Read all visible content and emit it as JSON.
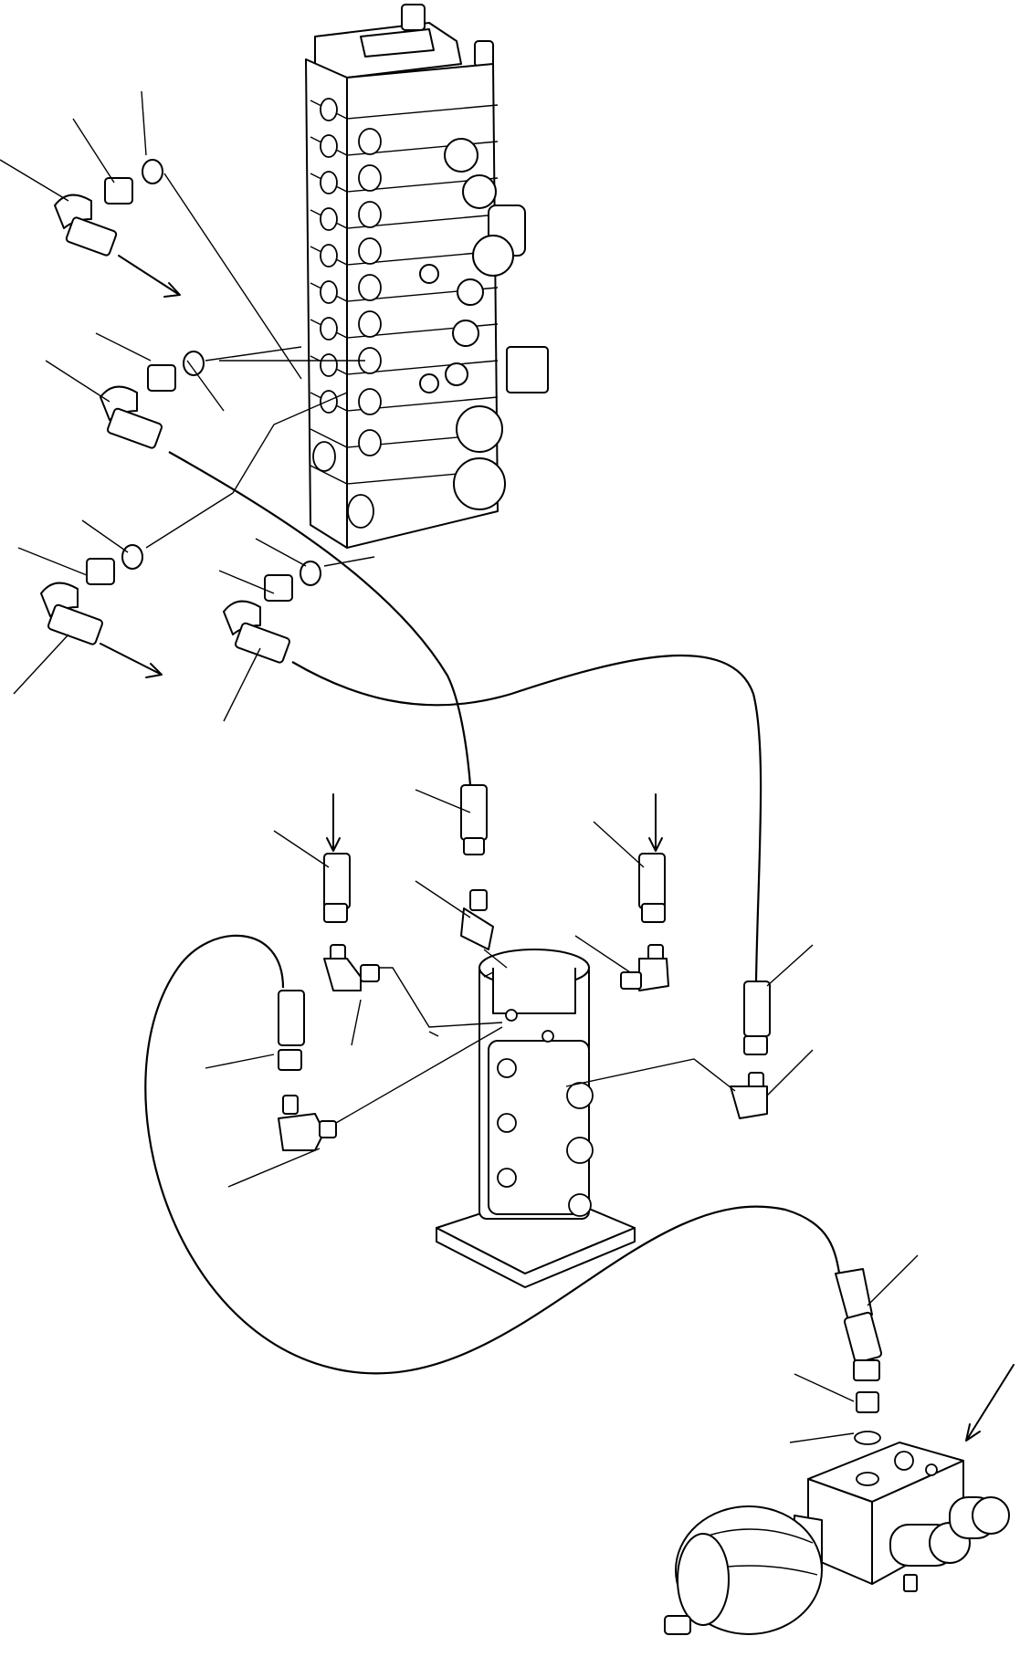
{
  "diagram": {
    "components": [
      {
        "name": "control-valve",
        "icon": "control-valve-icon"
      },
      {
        "name": "swivel-joint",
        "icon": "swivel-joint-icon"
      },
      {
        "name": "accumulator-block",
        "icon": "accumulator-icon"
      }
    ],
    "fittings": [
      "elbow-fitting",
      "adapter",
      "o-ring",
      "hose-end"
    ],
    "flow_arrows": 5,
    "leader_lines": 22
  }
}
